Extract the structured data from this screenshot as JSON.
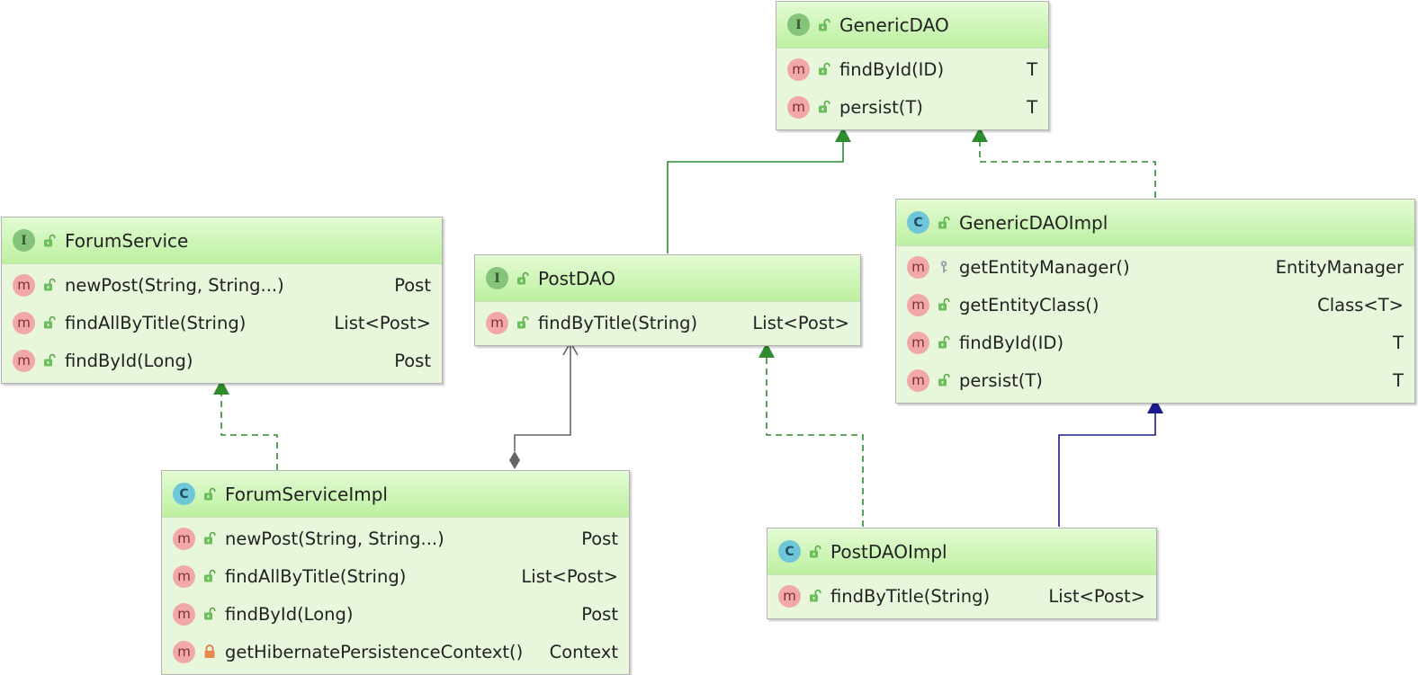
{
  "colors": {
    "box_bg": "#e8f7dc",
    "header_bg": "#bdf0a1",
    "realization": "#2e8b2e",
    "generalization": "#1a1a8c",
    "composition": "#666666",
    "badge_interface": "#85c47a",
    "badge_class": "#6fc6d8",
    "badge_method": "#f2a8a8"
  },
  "classes": {
    "generic_dao": {
      "kind": "I",
      "name": "GenericDAO",
      "methods": [
        {
          "sig": "findById(ID)",
          "ret": "T",
          "visibility": "public"
        },
        {
          "sig": "persist(T)",
          "ret": "T",
          "visibility": "public"
        }
      ]
    },
    "forum_service": {
      "kind": "I",
      "name": "ForumService",
      "methods": [
        {
          "sig": "newPost(String, String...)",
          "ret": "Post",
          "visibility": "public"
        },
        {
          "sig": "findAllByTitle(String)",
          "ret": "List<Post>",
          "visibility": "public"
        },
        {
          "sig": "findById(Long)",
          "ret": "Post",
          "visibility": "public"
        }
      ]
    },
    "post_dao": {
      "kind": "I",
      "name": "PostDAO",
      "methods": [
        {
          "sig": "findByTitle(String)",
          "ret": "List<Post>",
          "visibility": "public"
        }
      ]
    },
    "generic_dao_impl": {
      "kind": "C",
      "name": "GenericDAOImpl",
      "methods": [
        {
          "sig": "getEntityManager()",
          "ret": "EntityManager",
          "visibility": "protected"
        },
        {
          "sig": "getEntityClass()",
          "ret": "Class<T>",
          "visibility": "public"
        },
        {
          "sig": "findById(ID)",
          "ret": "T",
          "visibility": "public"
        },
        {
          "sig": "persist(T)",
          "ret": "T",
          "visibility": "public"
        }
      ]
    },
    "forum_service_impl": {
      "kind": "C",
      "name": "ForumServiceImpl",
      "methods": [
        {
          "sig": "newPost(String, String...)",
          "ret": "Post",
          "visibility": "public"
        },
        {
          "sig": "findAllByTitle(String)",
          "ret": "List<Post>",
          "visibility": "public"
        },
        {
          "sig": "findById(Long)",
          "ret": "Post",
          "visibility": "public"
        },
        {
          "sig": "getHibernatePersistenceContext()",
          "ret": "Context",
          "visibility": "private"
        }
      ]
    },
    "post_dao_impl": {
      "kind": "C",
      "name": "PostDAOImpl",
      "methods": [
        {
          "sig": "findByTitle(String)",
          "ret": "List<Post>",
          "visibility": "public"
        }
      ]
    }
  },
  "method_badge": "m",
  "relations": [
    {
      "from": "post_dao",
      "to": "generic_dao",
      "type": "generalization",
      "color": "#2e8b2e"
    },
    {
      "from": "generic_dao_impl",
      "to": "generic_dao",
      "type": "realization"
    },
    {
      "from": "forum_service_impl",
      "to": "forum_service",
      "type": "realization"
    },
    {
      "from": "forum_service_impl",
      "to": "post_dao",
      "type": "composition"
    },
    {
      "from": "post_dao_impl",
      "to": "post_dao",
      "type": "realization"
    },
    {
      "from": "post_dao_impl",
      "to": "generic_dao_impl",
      "type": "generalization",
      "color": "#1a1a8c"
    }
  ]
}
